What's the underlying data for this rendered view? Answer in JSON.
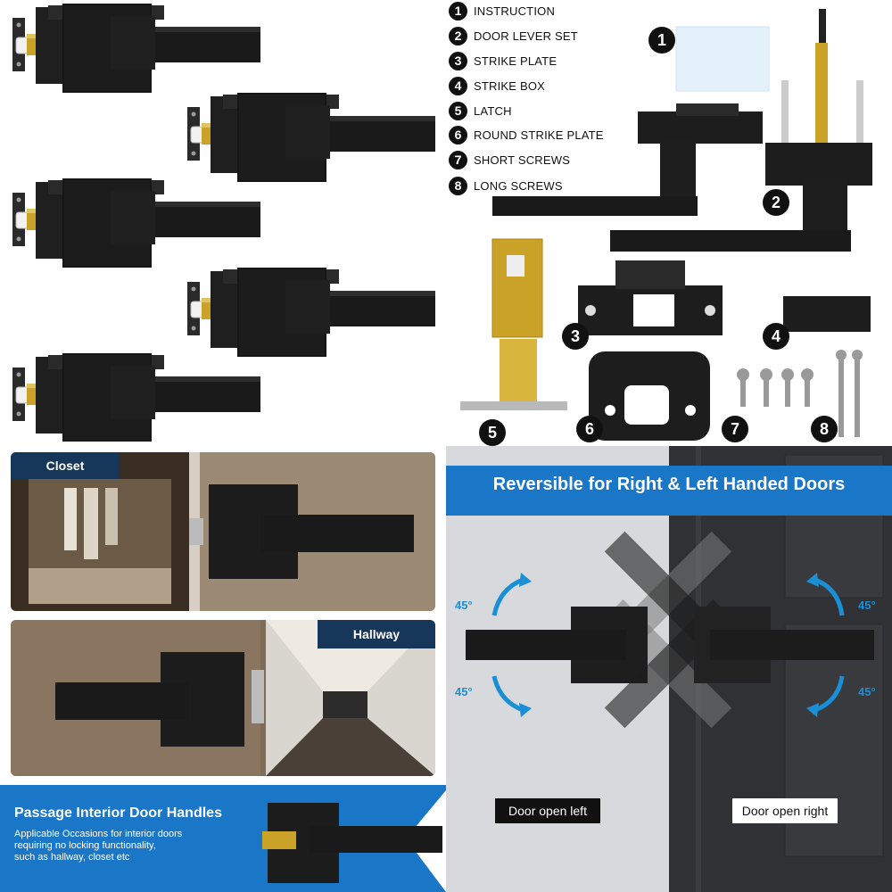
{
  "parts_list": [
    {
      "num": "1",
      "label": "INSTRUCTION"
    },
    {
      "num": "2",
      "label": "DOOR LEVER SET"
    },
    {
      "num": "3",
      "label": "STRIKE PLATE"
    },
    {
      "num": "4",
      "label": "STRIKE BOX"
    },
    {
      "num": "5",
      "label": "LATCH"
    },
    {
      "num": "6",
      "label": "ROUND STRIKE PLATE"
    },
    {
      "num": "7",
      "label": "SHORT SCREWS"
    },
    {
      "num": "8",
      "label": "LONG SCREWS"
    }
  ],
  "part_badges": [
    "1",
    "2",
    "3",
    "4",
    "5",
    "6",
    "7",
    "8"
  ],
  "scenes": {
    "closet_label": "Closet",
    "hallway_label": "Hallway"
  },
  "reversible": {
    "title": "Reversible for Right & Left Handed Doors",
    "angle_left_top": "45°",
    "angle_left_bottom": "45°",
    "angle_right_top": "45°",
    "angle_right_bottom": "45°",
    "caption_left": "Door open left",
    "caption_right": "Door open right"
  },
  "passage": {
    "title": "Passage Interior Door Handles",
    "desc_line1": "Applicable Occasions for interior doors",
    "desc_line2": "requiring no locking functionality,",
    "desc_line3": "such as hallway, closet etc"
  },
  "colors": {
    "accent_blue": "#1a8fd6",
    "navy": "#16365a",
    "handle_black": "#1c1c1c",
    "brass": "#c9a227"
  }
}
